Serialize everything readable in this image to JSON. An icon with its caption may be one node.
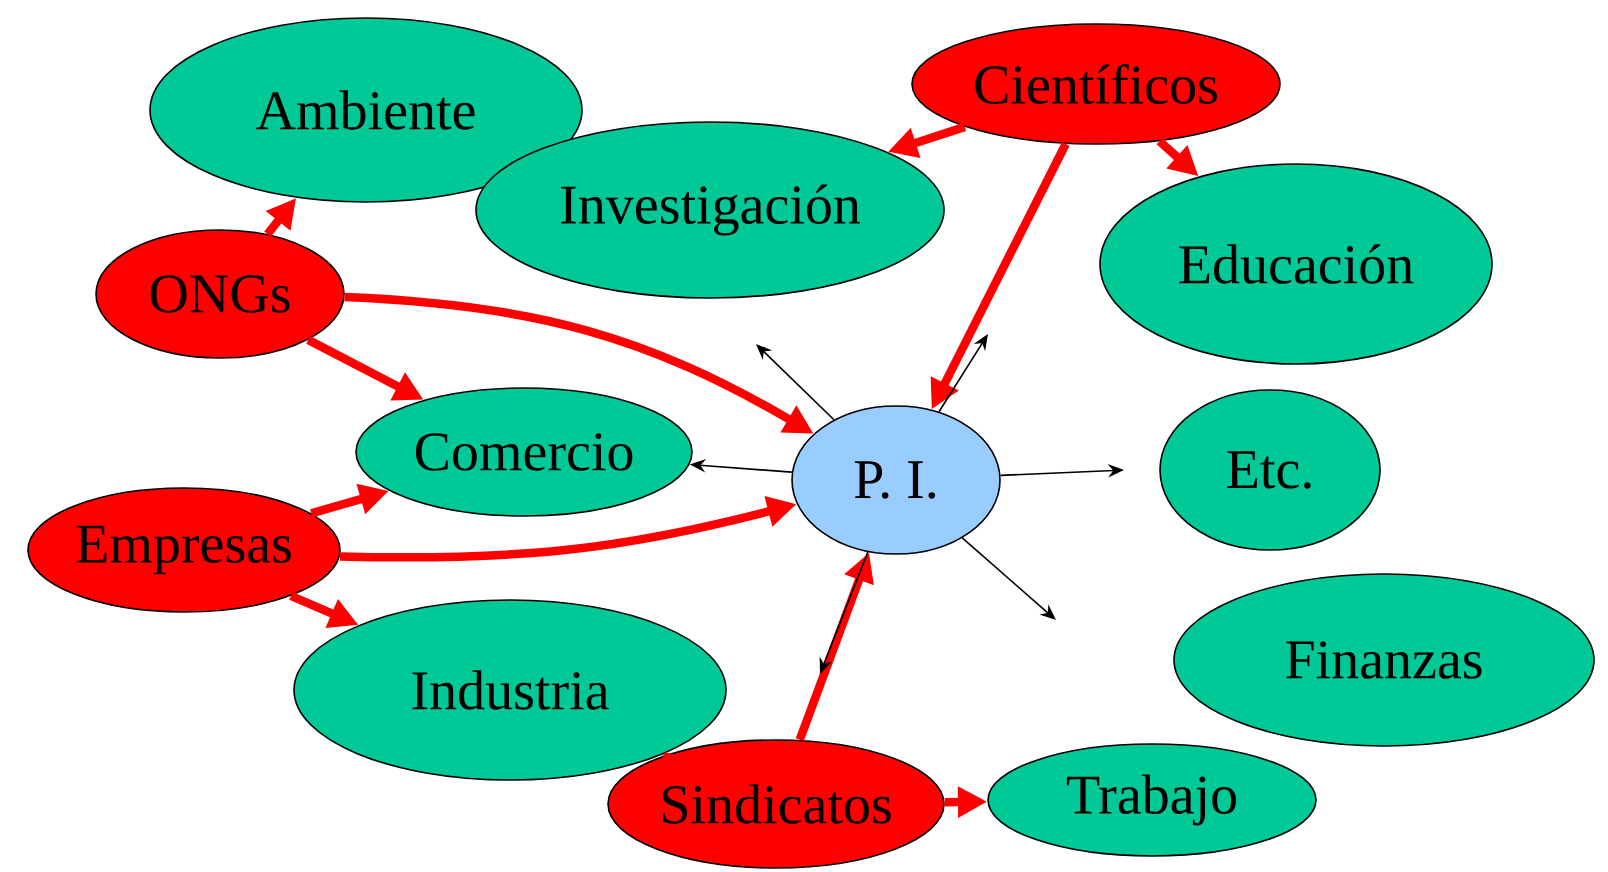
{
  "diagram": {
    "nodes": [
      {
        "text": [
          "Ambiente"
        ]
      },
      {
        "text": [
          "Científicos"
        ]
      },
      {
        "text": [
          "Investigación"
        ]
      },
      {
        "text": [
          "ONGs"
        ]
      },
      {
        "text": [
          "Educación"
        ]
      },
      {
        "text": [
          "Comercio"
        ]
      },
      {
        "text": [
          "P. I."
        ]
      },
      {
        "text": [
          "Etc."
        ]
      },
      {
        "text": [
          "Empresas"
        ]
      },
      {
        "text": [
          "Finanzas"
        ]
      },
      {
        "text": [
          "Industria"
        ]
      },
      {
        "text": [
          "Sindicatos"
        ]
      },
      {
        "text": [
          "Trabajo"
        ]
      }
    ],
    "edges": [
      {
        "from": 3,
        "to": 0,
        "arrow": "to"
      },
      {
        "from": 1,
        "to": 2,
        "arrow": "to"
      },
      {
        "from": 1,
        "to": 4,
        "arrow": "to"
      },
      {
        "from": 1,
        "to": 6,
        "arrow": "to"
      },
      {
        "from": 3,
        "to": 6,
        "arrow": "to"
      },
      {
        "from": 3,
        "to": 5,
        "arrow": "to"
      },
      {
        "from": 8,
        "to": 5,
        "arrow": "to"
      },
      {
        "from": 8,
        "to": 6,
        "arrow": "to"
      },
      {
        "from": 8,
        "to": 10,
        "arrow": "to"
      },
      {
        "from": 11,
        "to": 10,
        "arrow": "to"
      },
      {
        "from": 11,
        "to": 6,
        "arrow": "to"
      },
      {
        "from": 11,
        "to": 12,
        "arrow": "to"
      },
      {
        "from": 6,
        "to": null,
        "arrow": "to",
        "color": "#000000"
      },
      {
        "from": 6,
        "to": null,
        "arrow": "to",
        "color": "#000000"
      },
      {
        "from": 6,
        "to": null,
        "arrow": "to",
        "color": "#000000"
      },
      {
        "from": 6,
        "to": null,
        "arrow": "to",
        "color": "#000000"
      },
      {
        "from": 6,
        "to": null,
        "arrow": "to",
        "color": "#000000"
      },
      {
        "from": 6,
        "to": 5,
        "arrow": "to",
        "color": "#000000"
      }
    ]
  }
}
